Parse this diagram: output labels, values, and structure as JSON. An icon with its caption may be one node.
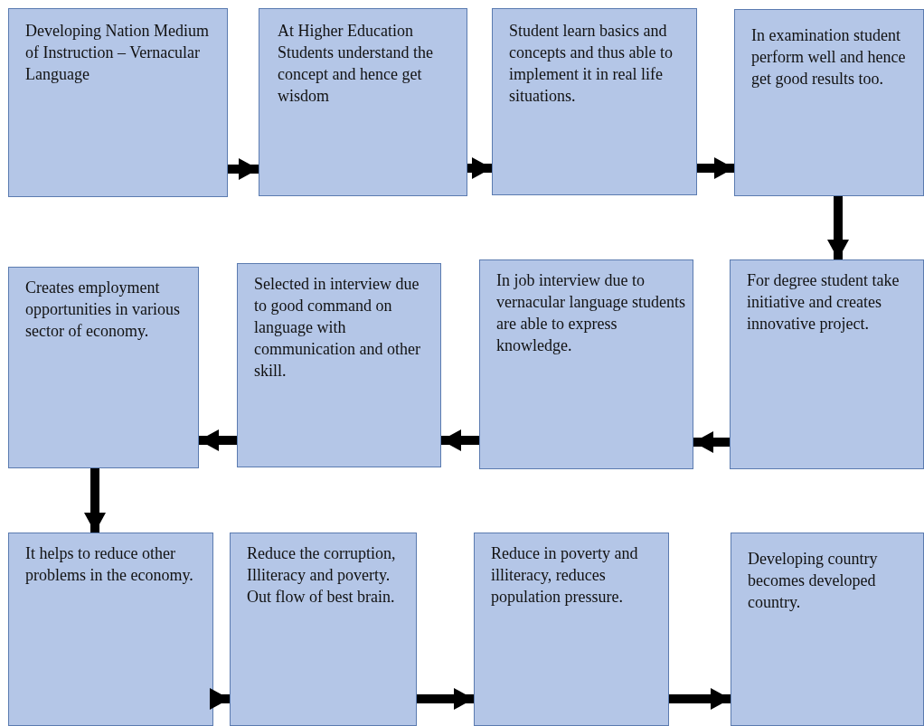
{
  "diagram": {
    "nodes": [
      {
        "text": [
          "Developing Nation Medium of Instruction – Vernacular Language"
        ]
      },
      {
        "text": [
          "At Higher Education Students understand the concept and hence get wisdom"
        ]
      },
      {
        "text": [
          "Student learn basics and concepts and thus able to implement it in real life situations."
        ]
      },
      {
        "text": [
          "In examination student perform well and hence get good results too."
        ]
      },
      {
        "text": [
          "Creates employment opportunities in various sector of economy."
        ]
      },
      {
        "text": [
          "Selected in interview due to good command on language with communication and other skill."
        ]
      },
      {
        "text": [
          "In job interview due to vernacular language students are able to express knowledge."
        ]
      },
      {
        "text": [
          "For degree student take initiative and creates innovative project."
        ]
      },
      {
        "text": [
          "It helps to reduce other problems in the economy."
        ]
      },
      {
        "text": [
          "Reduce the corruption, Illiteracy and poverty. Out flow of best brain."
        ]
      },
      {
        "text": [
          "Reduce in poverty and illiteracy, reduces population pressure."
        ]
      },
      {
        "text": [
          "Developing country becomes developed country."
        ]
      }
    ],
    "edges": [
      {
        "from": 0,
        "to": 1,
        "arrow": "to"
      },
      {
        "from": 1,
        "to": 2,
        "arrow": "to"
      },
      {
        "from": 2,
        "to": 3,
        "arrow": "to"
      },
      {
        "from": 3,
        "to": 7,
        "arrow": "to"
      },
      {
        "from": 7,
        "to": 6,
        "arrow": "to"
      },
      {
        "from": 6,
        "to": 5,
        "arrow": "to"
      },
      {
        "from": 5,
        "to": 4,
        "arrow": "to"
      },
      {
        "from": 4,
        "to": 8,
        "arrow": "to"
      },
      {
        "from": 8,
        "to": 9,
        "arrow": "to"
      },
      {
        "from": 9,
        "to": 10,
        "arrow": "to"
      },
      {
        "from": 10,
        "to": 11,
        "arrow": "to"
      }
    ]
  }
}
